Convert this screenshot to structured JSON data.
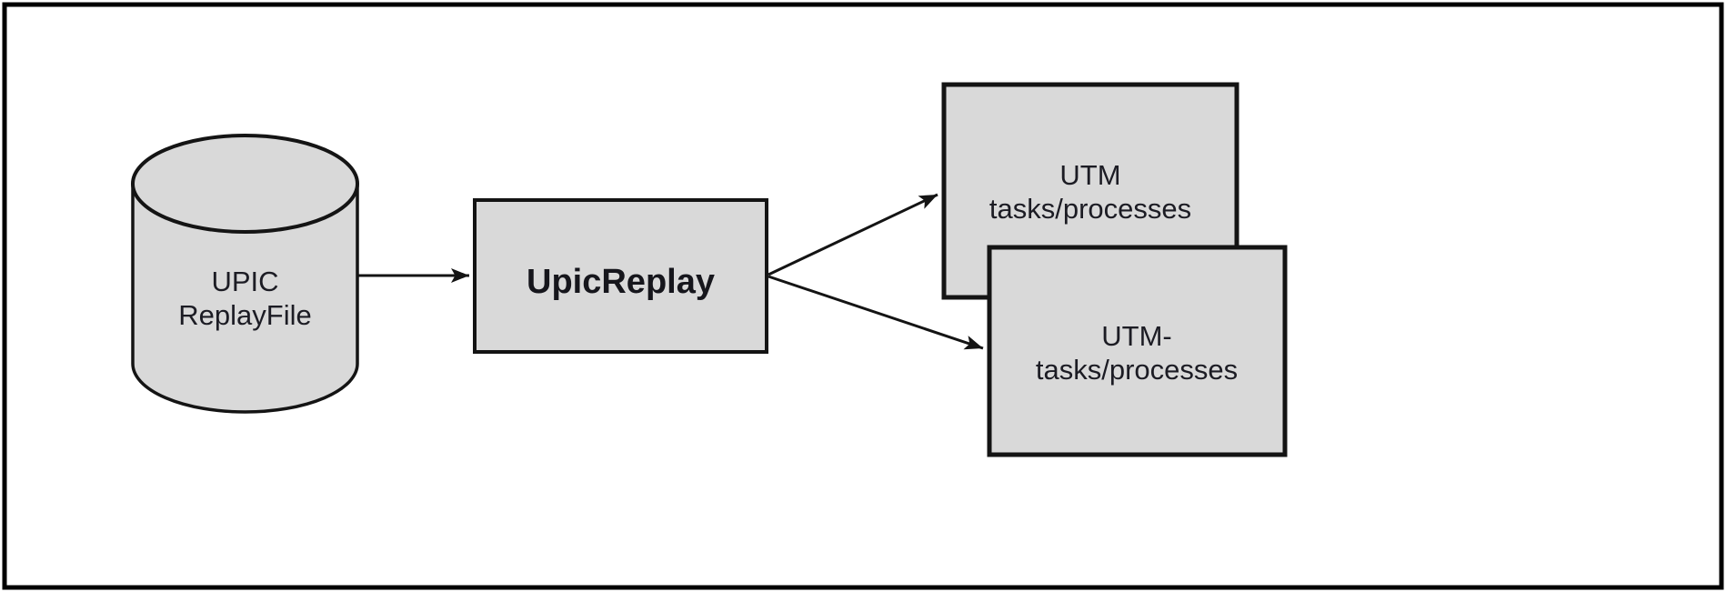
{
  "diagram": {
    "type": "flow-diagram",
    "colors": {
      "background": "#ffffff",
      "frame_border": "#000000",
      "shape_fill": "#d9d9d9",
      "shape_outline": "#141414",
      "text": "#1c1c24"
    },
    "nodes": {
      "replay_file": {
        "shape": "datastore-cylinder",
        "line1": "UPIC",
        "line2": "ReplayFile"
      },
      "upic_replay": {
        "shape": "process-box",
        "label": "UpicReplay"
      },
      "utm_back": {
        "shape": "box",
        "line1": "UTM",
        "line2": "tasks/processes"
      },
      "utm_front": {
        "shape": "box",
        "line1": "UTM-",
        "line2": "tasks/processes"
      }
    },
    "edges": [
      {
        "from": "UPIC ReplayFile",
        "to": "UpicReplay"
      },
      {
        "from": "UpicReplay",
        "to": "UTM tasks/processes"
      },
      {
        "from": "UpicReplay",
        "to": "UTM- tasks/processes"
      }
    ]
  }
}
